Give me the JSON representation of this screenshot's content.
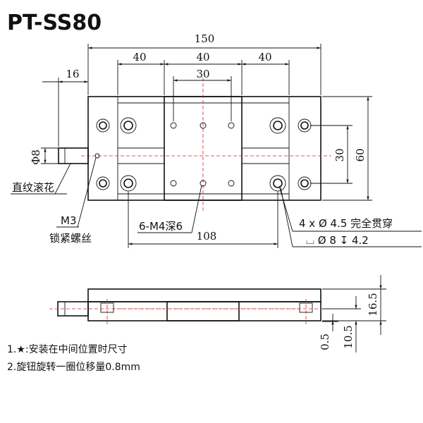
{
  "model": "PT-SS80",
  "dims": {
    "overall_length": "150",
    "seg_left": "40",
    "seg_mid": "40",
    "seg_right": "40",
    "inner_30": "30",
    "knob_offset": "16",
    "knob_dia": "Φ8",
    "height_30": "30",
    "height_60": "60",
    "bottom_108": "108",
    "side_16_5": "16.5",
    "side_10_5": "10.5",
    "side_0_5": "0.5"
  },
  "labels": {
    "knurl": "直纹滚花",
    "m3": "M3",
    "lock_screw": "锁紧螺丝",
    "thread_holes": "6-M4深6",
    "through_holes": "4 x Ø 4.5 完全贯穿",
    "counterbore": "⌴ Ø 8 ↧ 4.2"
  },
  "notes": [
    "1.★:安装在中间位置时尺寸",
    "2.旋钮旋转一圈位移量0.8mm"
  ]
}
